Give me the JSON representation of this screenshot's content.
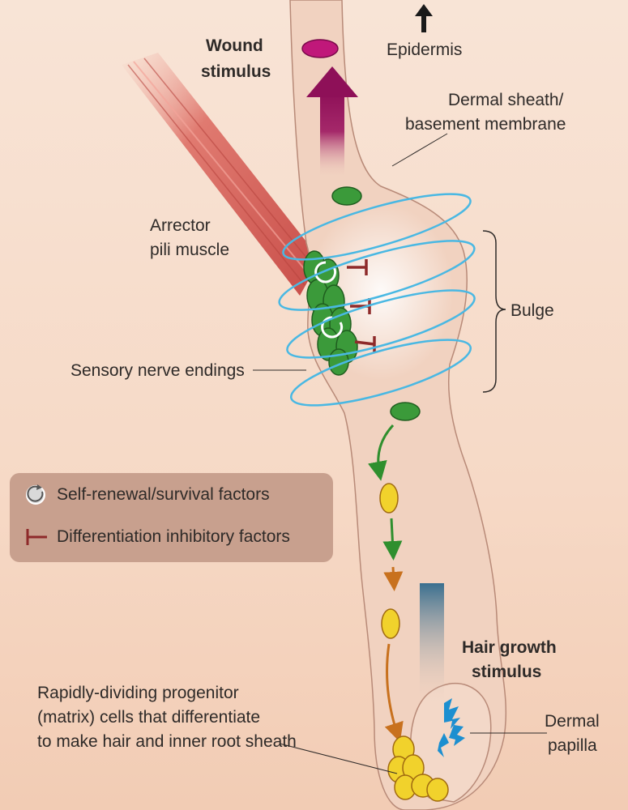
{
  "labels": {
    "wound_stimulus": [
      "Wound",
      "stimulus"
    ],
    "epidermis": "Epidermis",
    "dermal_sheath": [
      "Dermal sheath/",
      "basement membrane"
    ],
    "arrector": [
      "Arrector",
      "pili muscle"
    ],
    "bulge": "Bulge",
    "sensory": "Sensory nerve endings",
    "hair_growth": [
      "Hair growth",
      "stimulus"
    ],
    "progenitor": [
      "Rapidly-dividing progenitor",
      "(matrix) cells that differentiate",
      "to make hair and inner root sheath"
    ],
    "dermal_papilla": [
      "Dermal",
      "papilla"
    ]
  },
  "legend": {
    "self_renewal": "Self-renewal/survival factors",
    "differentiation": "Differentiation inhibitory factors"
  },
  "colors": {
    "follicle": "#f1d2c0",
    "follicle_edge": "#b88a78",
    "magenta": "#9c1560",
    "green": "#2f8f2e",
    "yellow": "#f1d22c",
    "orange": "#c8711e",
    "nerve": "#49b8e3",
    "inhibitor": "#8e2a2a",
    "papilla_blue": "#1c8fd0",
    "muscle": "#d8665e",
    "legend_bg": "#c8a08e"
  }
}
